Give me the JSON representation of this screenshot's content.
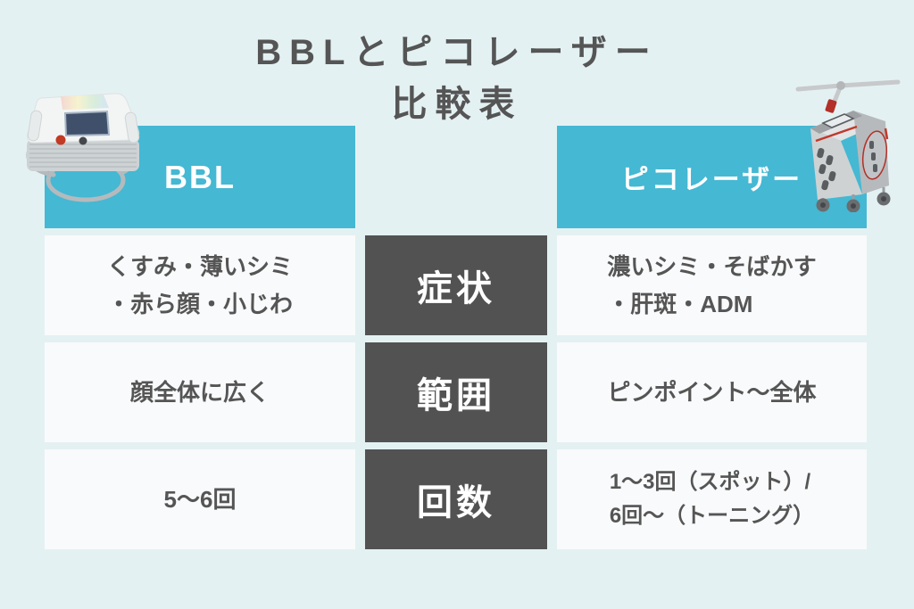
{
  "page": {
    "title_line1": "BBLとピコレーザー",
    "title_line2": "比較表"
  },
  "colors": {
    "background": "#e4f1f3",
    "accent_cyan": "#45b8d3",
    "label_dark": "#525252",
    "cell_bg": "#f9fafb",
    "text_dark": "#555555",
    "text_white": "#ffffff",
    "device_red_accent": "#c0392b"
  },
  "images": {
    "left_machine": "bbl-ipl-machine-photo",
    "right_machine": "pico-laser-machine-photo"
  },
  "table": {
    "header": {
      "bbl": "BBL",
      "pico": "ピコレーザー"
    },
    "rows": [
      {
        "label": "症状",
        "bbl_lines": [
          "くすみ・薄いシミ",
          "・赤ら顔・小じわ"
        ],
        "pico_lines": [
          "濃いシミ・そばかす",
          "・肝斑・ADM"
        ]
      },
      {
        "label": "範囲",
        "bbl_lines": [
          "顔全体に広く"
        ],
        "pico_lines": [
          "ピンポイント〜全体"
        ]
      },
      {
        "label": "回数",
        "bbl_lines": [
          "5〜6回"
        ],
        "pico_lines": [
          "1〜3回（スポット）/",
          "6回〜（トーニング）"
        ]
      }
    ]
  }
}
